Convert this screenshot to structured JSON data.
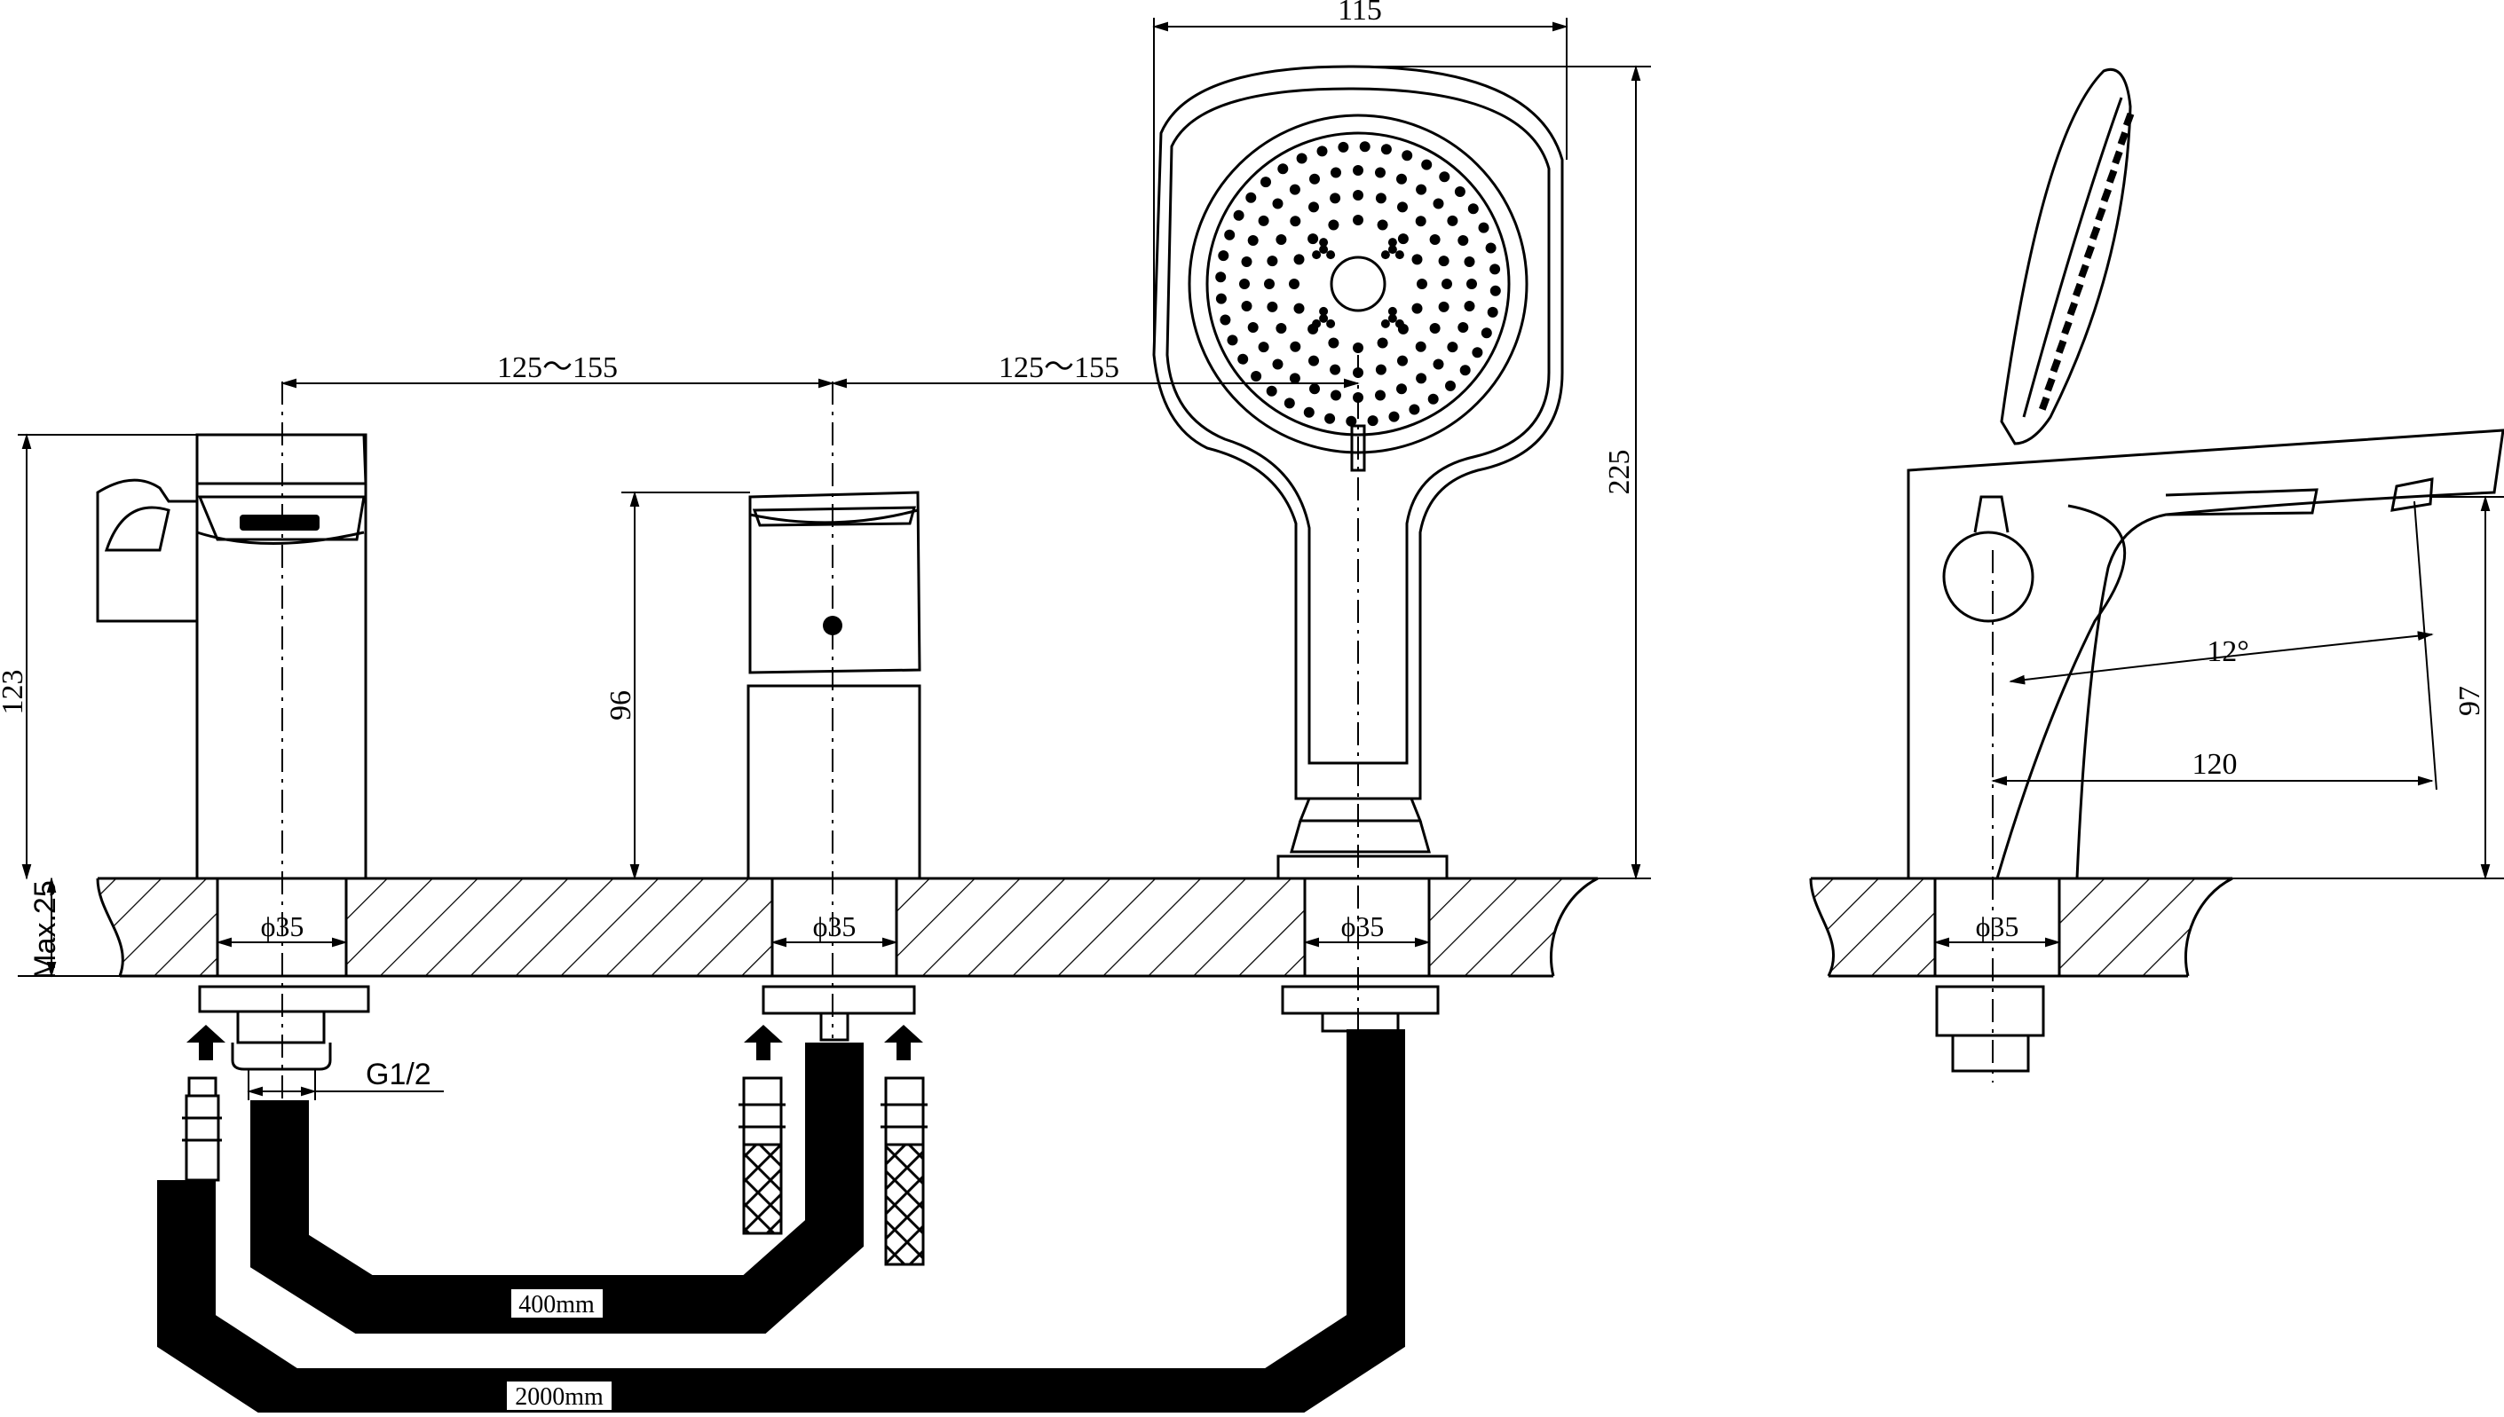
{
  "dimensions": {
    "top_width": "115",
    "spacing_left": "125～155",
    "spacing_right": "125～155",
    "height_total": "225",
    "height_spout": "123",
    "height_mixer": "96",
    "deck_thickness": "Max.25",
    "hole_left": "ϕ35",
    "hole_mid": "ϕ35",
    "hole_right": "ϕ35",
    "hole_side": "ϕ35",
    "thread": "G1/2",
    "angle": "12°",
    "reach": "120",
    "height_side": "97"
  },
  "hoses": {
    "short_length": "400mm",
    "long_length": "2000mm"
  }
}
